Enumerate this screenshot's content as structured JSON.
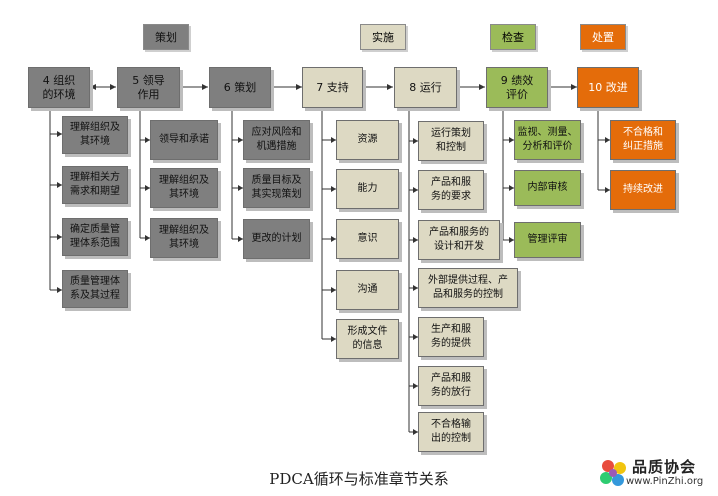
{
  "phases": {
    "plan": "策划",
    "do": "实施",
    "check": "检查",
    "act": "处置"
  },
  "main": {
    "c4": "4 组织\n的环境",
    "c5": "5 领导\n作用",
    "c6": "6 策划",
    "c7": "7 支持",
    "c8": "8 运行",
    "c9": "9 绩效\n评价",
    "c10": "10 改进"
  },
  "sub4": [
    "理解组织及\n其环境",
    "理解相关方\n需求和期望",
    "确定质量管\n理体系范围",
    "质量管理体\n系及其过程"
  ],
  "sub5": [
    "领导和承诺",
    "理解组织及\n其环境",
    "理解组织及\n其环境"
  ],
  "sub6": [
    "应对风险和\n机遇措施",
    "质量目标及\n其实现策划",
    "更改的计划"
  ],
  "sub7": [
    "资源",
    "能力",
    "意识",
    "沟通",
    "形成文件\n的信息"
  ],
  "sub8": [
    "运行策划\n和控制",
    "产品和服\n务的要求",
    "产品和服务的\n设计和开发",
    "外部提供过程、产\n品和服务的控制",
    "生产和服\n务的提供",
    "产品和服\n务的放行",
    "不合格输\n出的控制"
  ],
  "sub9": [
    "监视、测量、\n分析和评价",
    "内部审核",
    "管理评审"
  ],
  "sub10": [
    "不合格和\n纠正措施",
    "持续改进"
  ],
  "caption": "PDCA循环与标准章节关系",
  "logo": {
    "name": "品质协会",
    "url": "www.PinZhi.org"
  },
  "colors": {
    "dark_gray": "#7f7f7f",
    "tan": "#ddd9c3",
    "green": "#9bbb59",
    "orange": "#e46c0a"
  }
}
